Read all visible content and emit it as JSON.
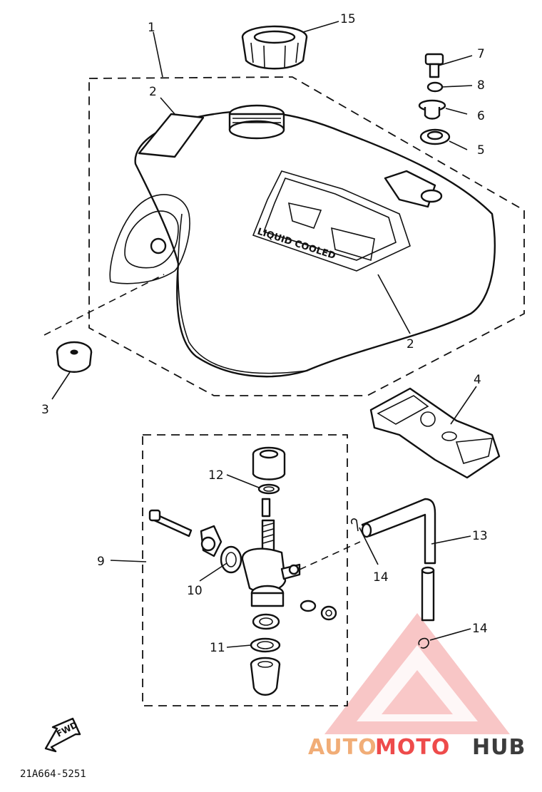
{
  "callouts": [
    {
      "id": "1",
      "label": "1"
    },
    {
      "id": "2a",
      "label": "2"
    },
    {
      "id": "2b",
      "label": "2"
    },
    {
      "id": "3",
      "label": "3"
    },
    {
      "id": "4",
      "label": "4"
    },
    {
      "id": "5",
      "label": "5"
    },
    {
      "id": "6",
      "label": "6"
    },
    {
      "id": "7",
      "label": "7"
    },
    {
      "id": "8",
      "label": "8"
    },
    {
      "id": "9",
      "label": "9"
    },
    {
      "id": "10",
      "label": "10"
    },
    {
      "id": "11",
      "label": "11"
    },
    {
      "id": "12",
      "label": "12"
    },
    {
      "id": "13",
      "label": "13"
    },
    {
      "id": "14a",
      "label": "14"
    },
    {
      "id": "14b",
      "label": "14"
    },
    {
      "id": "15",
      "label": "15"
    }
  ],
  "tank_graphic": {
    "line1": "LIQUID COOLED"
  },
  "fwd_arrow": {
    "text": "FWD"
  },
  "diagram_code": "21A664-5251",
  "watermark": {
    "part1": "AUTO",
    "part2": "MOTO",
    "part3": "HUB",
    "color_auto": "#f1ad77",
    "color_moto": "#ee4b4b",
    "color_hub": "#3c3c3c"
  }
}
